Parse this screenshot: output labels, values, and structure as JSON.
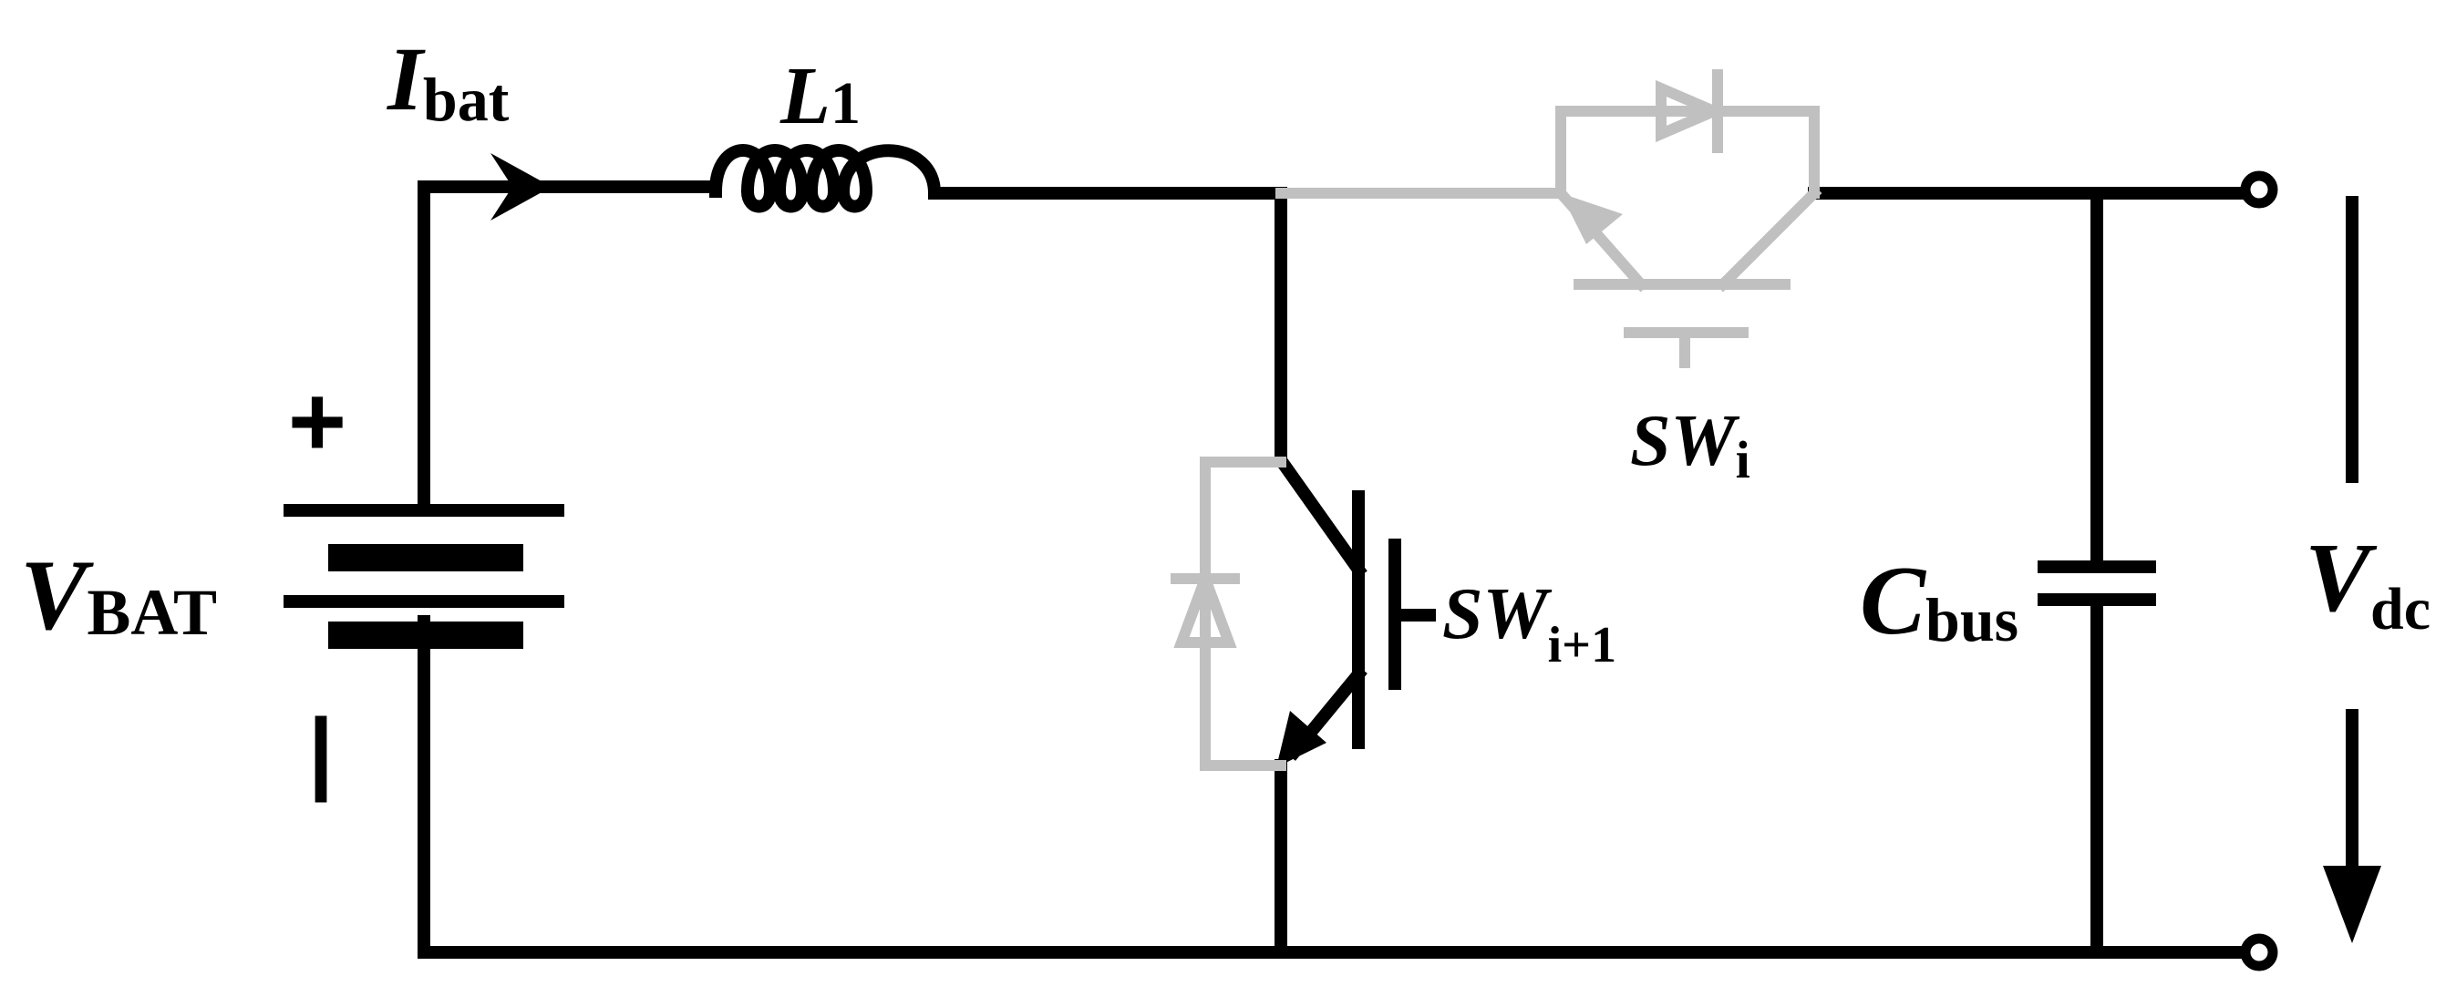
{
  "colors": {
    "wire": "#000000",
    "inactive_component": "#c0c0c0",
    "background": "#ffffff"
  },
  "labels": {
    "battery_voltage": {
      "main": "V",
      "sub": "BAT"
    },
    "battery_current": {
      "main": "I",
      "sub": "bat"
    },
    "inductor": {
      "main": "L",
      "sub": "1"
    },
    "upper_switch": {
      "main": "SW",
      "sub": "i"
    },
    "lower_switch": {
      "main": "SW",
      "sub": "i+1"
    },
    "bus_capacitor": {
      "main": "C",
      "sub": "bus"
    },
    "dc_voltage": {
      "main": "V",
      "sub": "dc"
    },
    "plus_sign": "+",
    "minus_sign": "|"
  }
}
